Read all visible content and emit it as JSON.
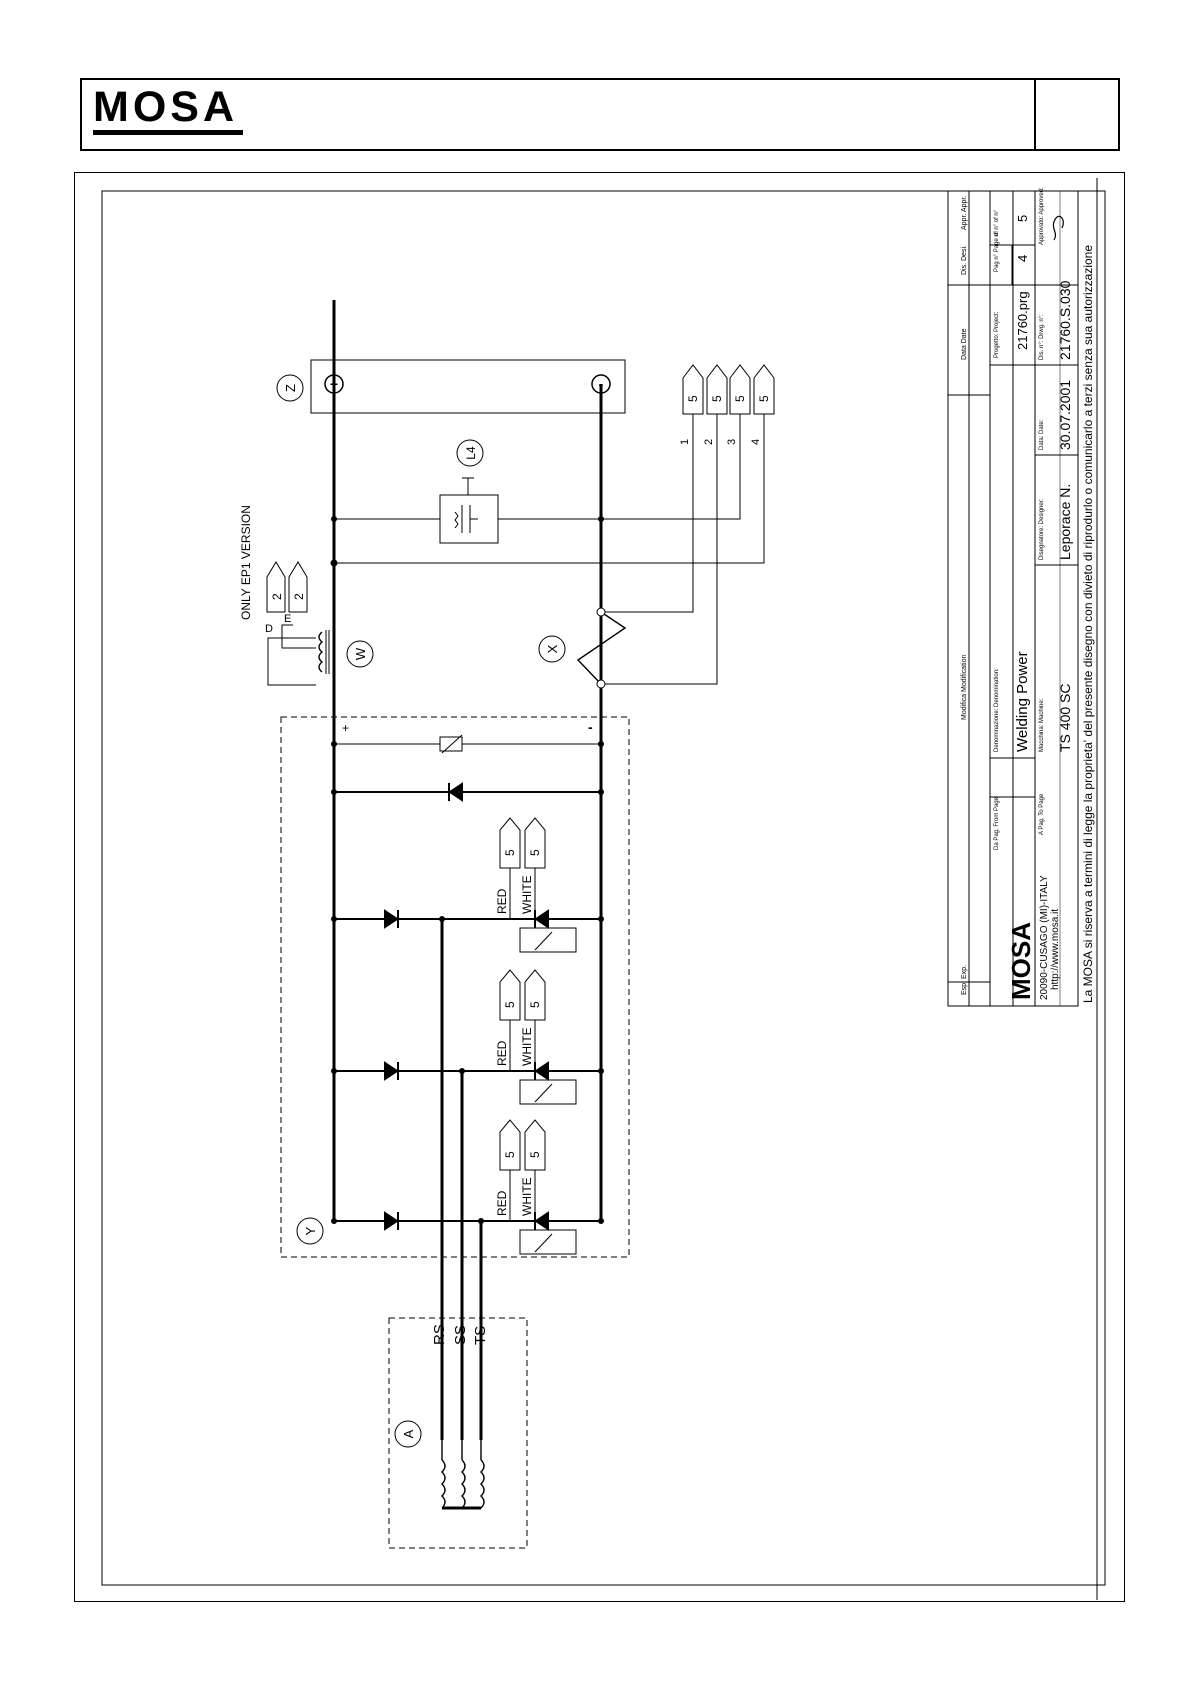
{
  "header": {
    "logo_text": "MOSA"
  },
  "diagram": {
    "group_labels": {
      "a": "A",
      "y": "Y",
      "z": "Z",
      "w": "W",
      "x": "X",
      "l4": "L4"
    },
    "only_ep1": "ONLY EP1 VERSION",
    "connector_d": "D",
    "connector_e": "E",
    "connector_2": "2",
    "connector_5": "5",
    "phase_labels": [
      "RS",
      "SS",
      "TS"
    ],
    "red": "RED",
    "white": "WHITE",
    "wire_numbers": [
      "1",
      "2",
      "3",
      "4"
    ],
    "plus": "+",
    "minus": "-"
  },
  "title_block": {
    "exp": "Esp. Exp.",
    "modifica": "Modifica Modification",
    "data": "Data Date",
    "dis": "Dis. Desi.",
    "appr": "Appr. Appr.",
    "da_pag": "Da Pag. From Page",
    "denominazione": "Denominazione: Denomination:",
    "name": "Welding Power",
    "progetto": "Progetto: Project:",
    "prg": "21760.prg",
    "pag_label": "Pag n° Page n°",
    "di_label": "di n° of n°",
    "page": "4",
    "of": "5",
    "a_pag": "A Pag. To Page",
    "macchina": "Macchina: Machine:",
    "machine": "TS 400 SC",
    "disegnatore": "Disegnatore: Designer:",
    "designer": "Leporace N.",
    "data2": "Data: Date:",
    "date": "30.07.2001",
    "dis_n": "Dis. n°: Drwg. n°:",
    "dwg": "21760.S.030",
    "approvato": "Approvato: Approved:",
    "mosa_logo": "MOSA",
    "address": "20090-CUSAGO (MI)-ITALY",
    "url": "http://www.mosa.it",
    "notice": "La MOSA si riserva a termini di legge la proprieta' del presente disegno con divieto di riprodurlo o comunicarlo a terzi senza sua autorizzazione"
  }
}
